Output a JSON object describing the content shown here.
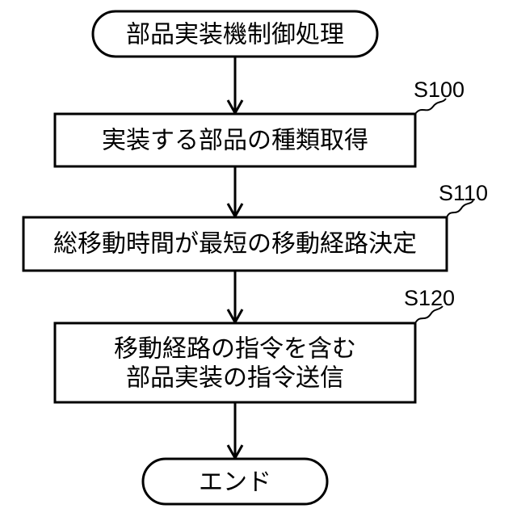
{
  "flowchart": {
    "start": {
      "text": "部品実装機制御処理"
    },
    "steps": [
      {
        "id": "S100",
        "lines": [
          "実装する部品の種類取得"
        ]
      },
      {
        "id": "S110",
        "lines": [
          "総移動時間が最短の移動経路決定"
        ]
      },
      {
        "id": "S120",
        "lines": [
          "移動経路の指令を含む",
          "部品実装の指令送信"
        ]
      }
    ],
    "end": {
      "text": "エンド"
    }
  }
}
